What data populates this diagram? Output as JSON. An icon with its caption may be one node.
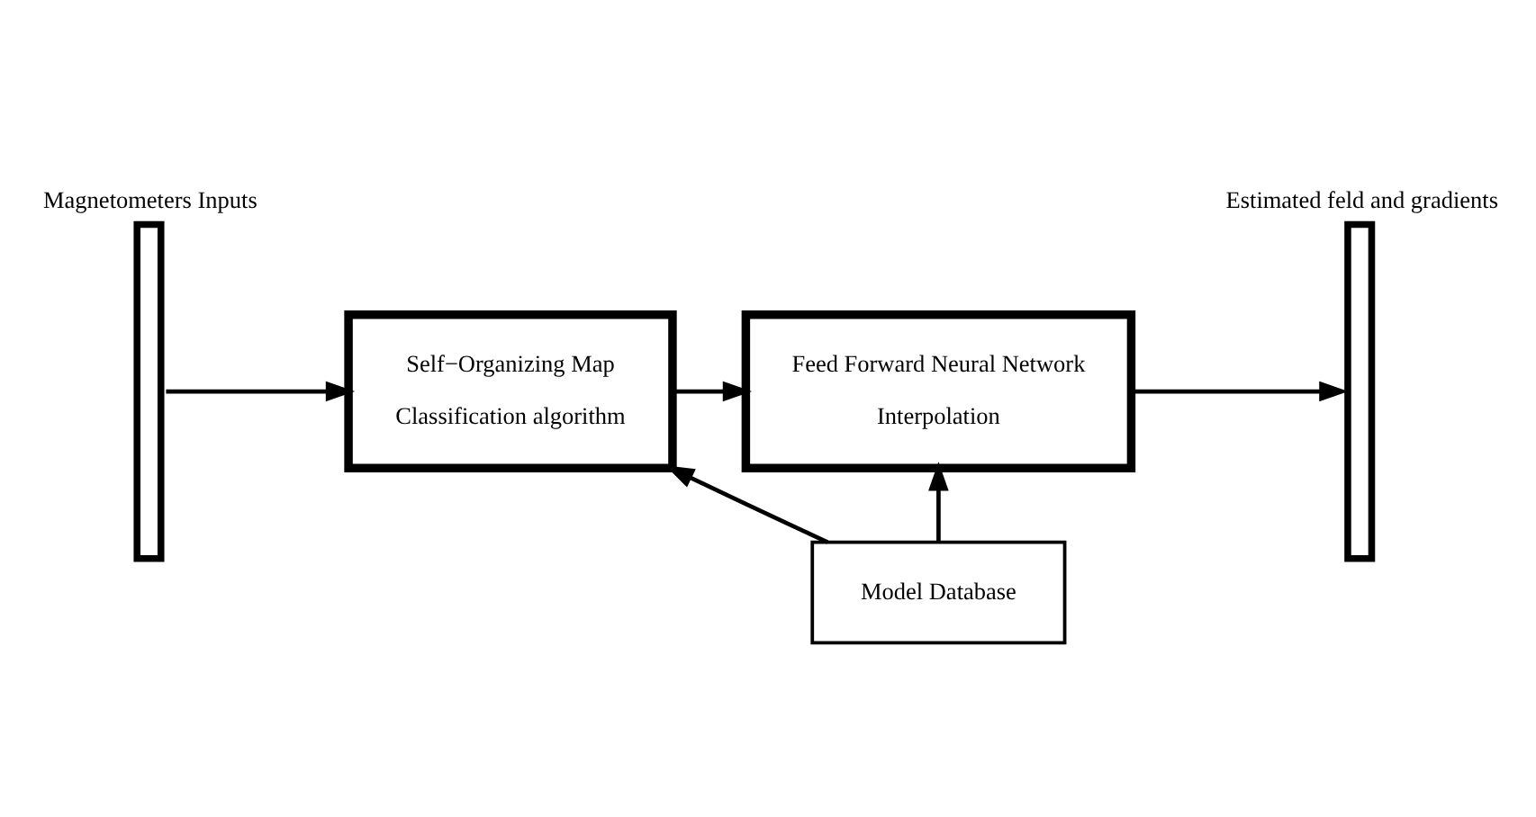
{
  "diagram": {
    "nodes": [
      {
        "text": [
          "Magnetometers Inputs"
        ]
      },
      {
        "text": [
          "Self−Organizing Map",
          "Classification algorithm"
        ]
      },
      {
        "text": [
          "Feed Forward Neural Network",
          "Interpolation"
        ]
      },
      {
        "text": [
          "Estimated feld and gradients"
        ]
      },
      {
        "text": [
          "Model Database"
        ]
      }
    ],
    "edges": [
      {
        "from": 0,
        "to": 1,
        "arrow": "to"
      },
      {
        "from": 1,
        "to": 2,
        "arrow": "to"
      },
      {
        "from": 2,
        "to": 3,
        "arrow": "to"
      },
      {
        "from": 4,
        "to": 1,
        "arrow": "to"
      },
      {
        "from": 4,
        "to": 2,
        "arrow": "to"
      }
    ]
  }
}
